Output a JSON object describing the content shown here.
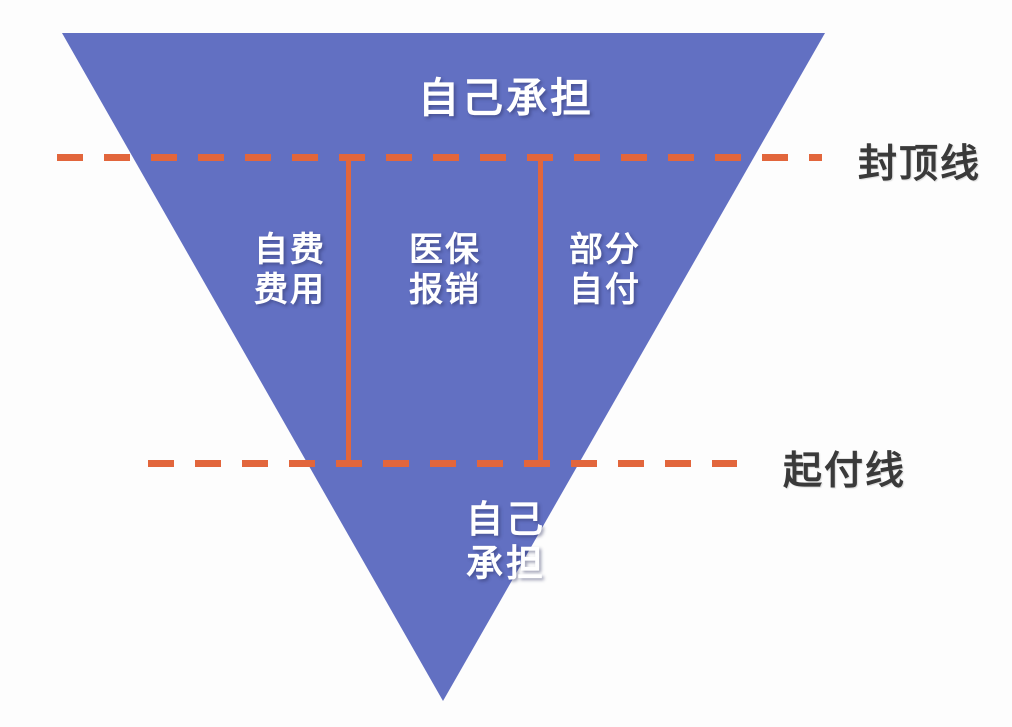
{
  "diagram": {
    "type": "inverted-triangle-funnel",
    "background_color": "#fdfdfd",
    "triangle_color": "#6270c2",
    "line_color": "#e2663c",
    "text_color": "#ffffff",
    "note_color": "#3a3a3a",
    "bands": {
      "top": {
        "name": "above-cap-band",
        "label": "自己承担"
      },
      "middle": {
        "name": "between-lines-band",
        "columns": [
          {
            "name": "self-paid-expense",
            "line1": "自费",
            "line2": "费用"
          },
          {
            "name": "insurance-reimbursement",
            "line1": "医保",
            "line2": "报销"
          },
          {
            "name": "partial-self-payment",
            "line1": "部分",
            "line2": "自付"
          }
        ]
      },
      "bottom": {
        "name": "below-threshold-band",
        "line1": "自己",
        "line2": "承担"
      }
    },
    "reference_lines": [
      {
        "name": "cap-line",
        "label": "封顶线",
        "style": "dashed",
        "color": "#e2663c"
      },
      {
        "name": "threshold-line",
        "label": "起付线",
        "style": "dashed",
        "color": "#e2663c"
      }
    ]
  }
}
